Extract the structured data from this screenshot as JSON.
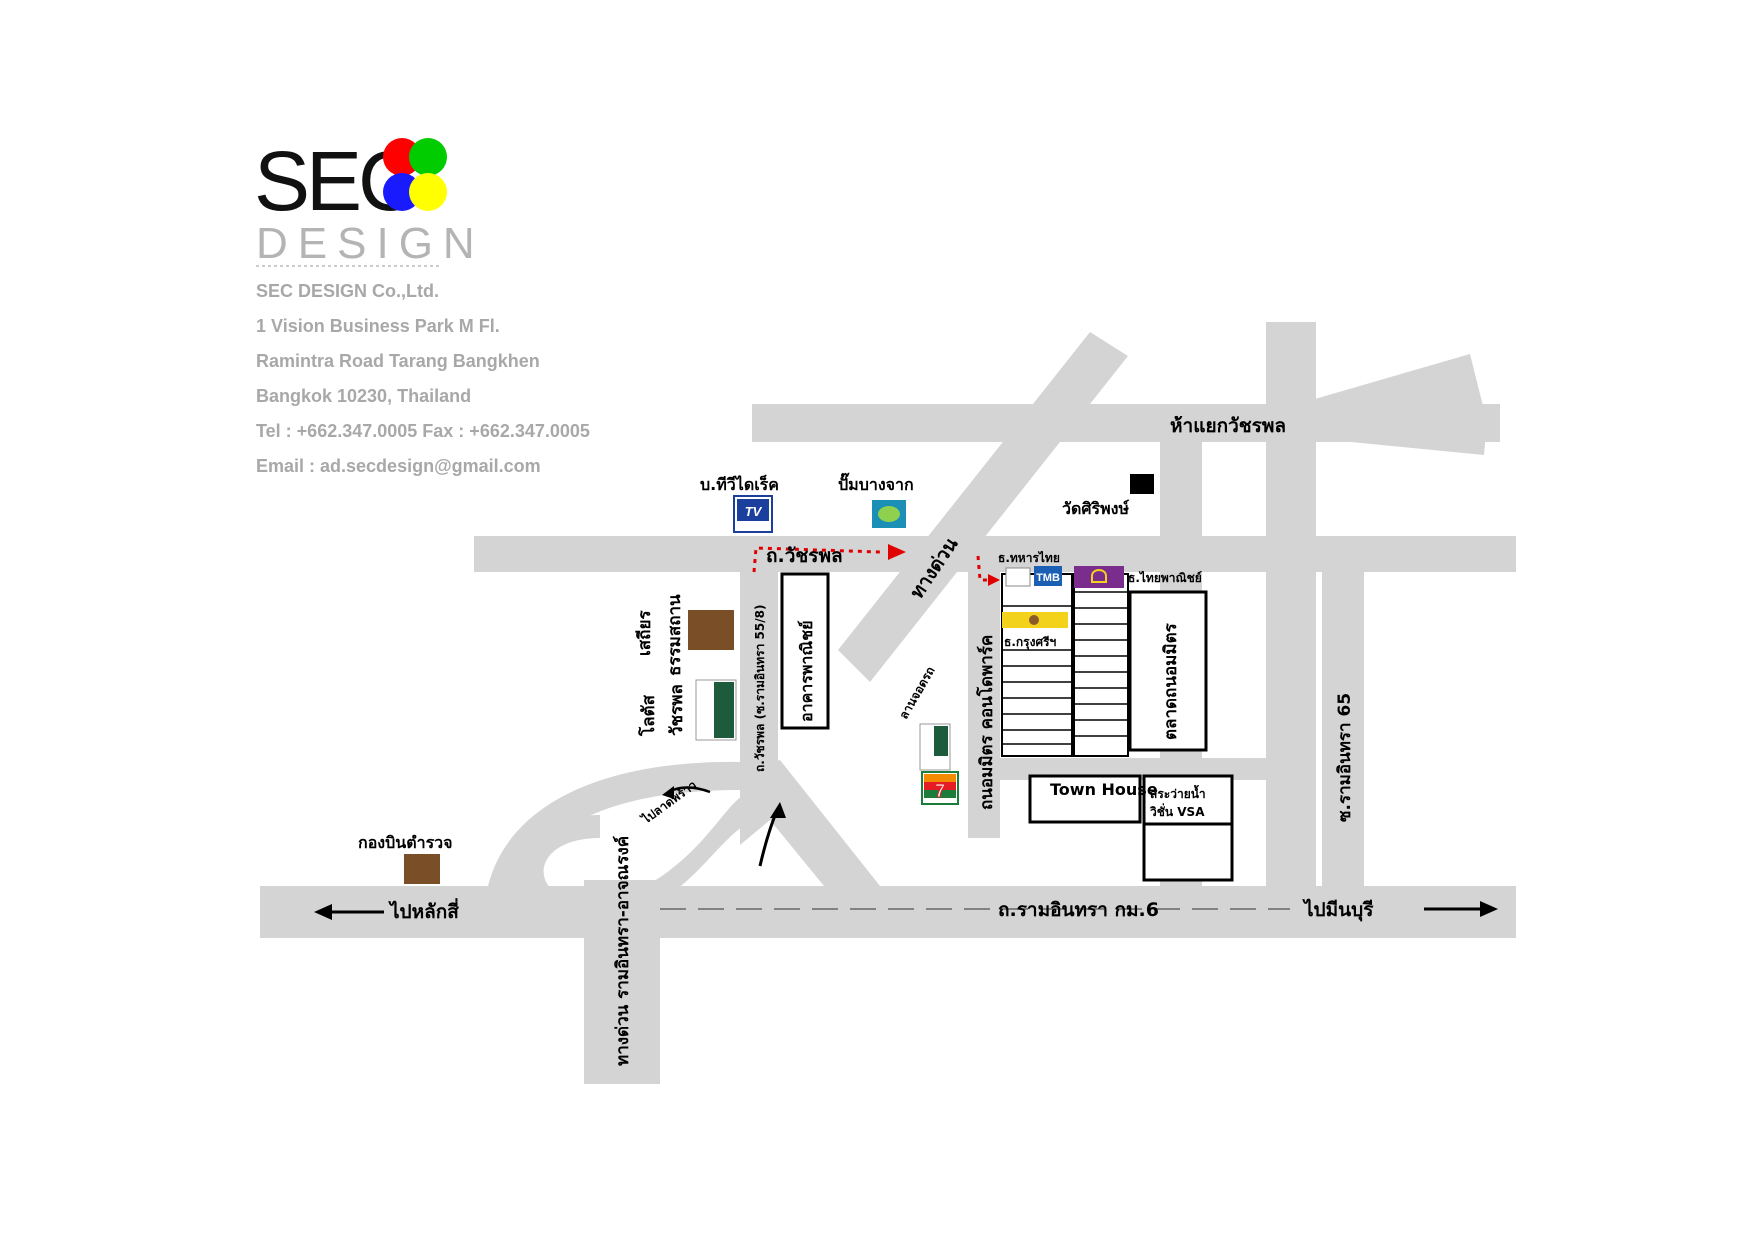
{
  "logo": {
    "wordmark": "SEC",
    "subword": "DESIGN",
    "dot_colors": [
      "#ff0000",
      "#00cc00",
      "#1a1aff",
      "#ffff00"
    ]
  },
  "company": {
    "name": "SEC DESIGN Co.,Ltd.",
    "address1": "1 Vision Business Park M Fl.",
    "address2": "Ramintra Road Tarang Bangkhen",
    "address3": "Bangkok 10230, Thailand",
    "phone": "Tel : +662.347.0005 Fax : +662.347.0005",
    "email": "Email : ad.secdesign@gmail.com"
  },
  "map": {
    "colors": {
      "road": "#d4d4d4",
      "route_arrow": "#e00000",
      "building_brown": "#7a4f28",
      "bank_purple": "#7b2d8e",
      "bank_yellow": "#f2d21b"
    },
    "labels": {
      "intersection": "ห้าแยกวัชรพล",
      "tv_direct": "บ.ทีวีไดเร็ค",
      "bangchak": "ปั๊มบางจาก",
      "temple": "วัดศิริพงษ์",
      "watcharaphon_rd": "ถ.วัชรพล",
      "expressway": "ทางด่วน",
      "military_bank": "ธ.ทหารไทย",
      "siam_bank": "ธ.ไทยพาณิชย์",
      "krungsri_bank": "ธ.กรุงศรีฯ",
      "soi_road": "ถ.วัชรพล (ซ.รามอินทรา 55/8)",
      "commercial_bldg": "อาคารพาณิชย์",
      "parking": "ลานจอดรถ",
      "condo": "ถนอมมิตร คอนโดพาร์ค",
      "thanom_mit": "ถนอมมิตร",
      "market": "ตลาดถนอมมิตร",
      "ramintra_65": "ซ.รามอินทรา 65",
      "town_house": "Town House",
      "pool_1": "สระว่ายน้ำ",
      "pool_2": "วิชั่น VSA",
      "sathien_1": "เสถียร",
      "sathien_2": "ธรรมสถาน",
      "lotus_1": "โลตัส",
      "lotus_2": "วัชรพล",
      "police_aviation": "กองบินตำรวจ",
      "to_laksi": "ไปหลักสี่",
      "ramintra_km6": "ถ.รามอินทรา กม.6",
      "to_minburi": "ไปมีนบุรี",
      "to_lat_phrao": "ไปลาดพร้าว",
      "expressway_ramintra": "ทางด่วน รามอินทรา-อาจณรงค์"
    }
  }
}
